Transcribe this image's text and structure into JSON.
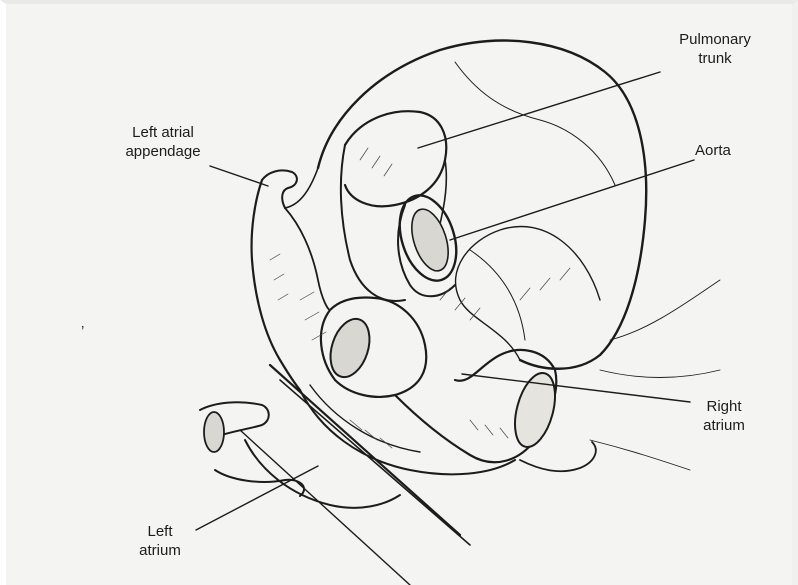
{
  "figure": {
    "labels": {
      "pulmonary_trunk": "Pulmonary\ntrunk",
      "aorta": "Aorta",
      "left_atrial_appendage": "Left atrial\nappendage",
      "right_atrium": "Right\natrium",
      "left_atrium": "Left\natrium"
    },
    "edge_mark": " ’",
    "colors": {
      "ink": "#1c1c1c",
      "paper": "#f4f4f2",
      "shade": "#e6e4df"
    }
  }
}
